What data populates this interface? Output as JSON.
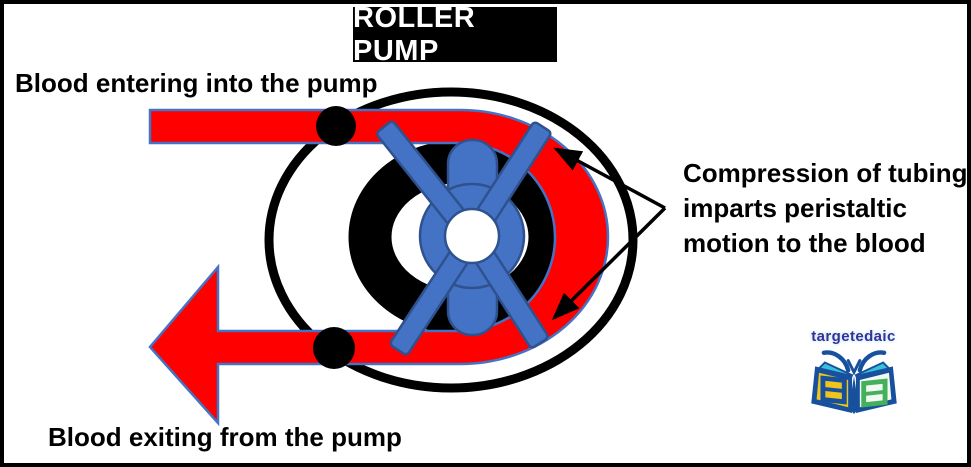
{
  "title": {
    "label": "ROLLER PUMP"
  },
  "labels": {
    "inlet": "Blood entering into the pump",
    "outlet": "Blood exiting from the pump"
  },
  "annotation": {
    "lines": [
      "Compression of tubing",
      "imparts peristaltic",
      "motion to the blood"
    ]
  },
  "logo": {
    "text": "targetedaic"
  },
  "colors": {
    "blood_red": "#ff0000",
    "tube_outline_blue": "#4472c4",
    "rotor_blue": "#4472c4",
    "rotor_outline_blue": "#2f528f",
    "housing_black": "#000000",
    "title_bg": "#000000",
    "title_text": "#ffffff",
    "logo_purple": "#3a2f96"
  }
}
